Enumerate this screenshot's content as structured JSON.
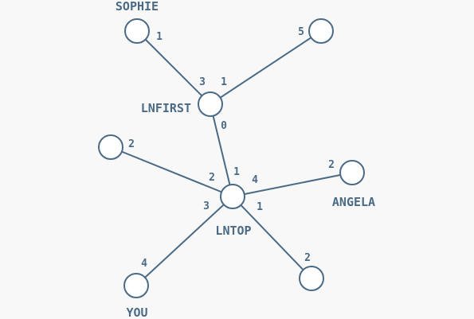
{
  "colors": {
    "stroke": "#4a6a85",
    "node_fill": "#ffffff",
    "background": "#f8f8f8"
  },
  "nodes": [
    {
      "id": "sophie",
      "label": "SOPHIE"
    },
    {
      "id": "top-right",
      "label": ""
    },
    {
      "id": "lnfirst",
      "label": "LNFIRST"
    },
    {
      "id": "left",
      "label": ""
    },
    {
      "id": "angela",
      "label": "ANGELA"
    },
    {
      "id": "lntop",
      "label": "LNTOP"
    },
    {
      "id": "you",
      "label": "YOU"
    },
    {
      "id": "bottom-right",
      "label": ""
    }
  ],
  "edges": [
    {
      "from": "sophie",
      "to": "lnfirst",
      "from_port": "1",
      "to_port": "3"
    },
    {
      "from": "top-right",
      "to": "lnfirst",
      "from_port": "5",
      "to_port": "1"
    },
    {
      "from": "lnfirst",
      "to": "lntop",
      "from_port": "0",
      "to_port": "1"
    },
    {
      "from": "left",
      "to": "lntop",
      "from_port": "2",
      "to_port": "2"
    },
    {
      "from": "angela",
      "to": "lntop",
      "from_port": "2",
      "to_port": "4"
    },
    {
      "from": "you",
      "to": "lntop",
      "from_port": "4",
      "to_port": "3"
    },
    {
      "from": "bottom-right",
      "to": "lntop",
      "from_port": "2",
      "to_port": "1"
    }
  ]
}
